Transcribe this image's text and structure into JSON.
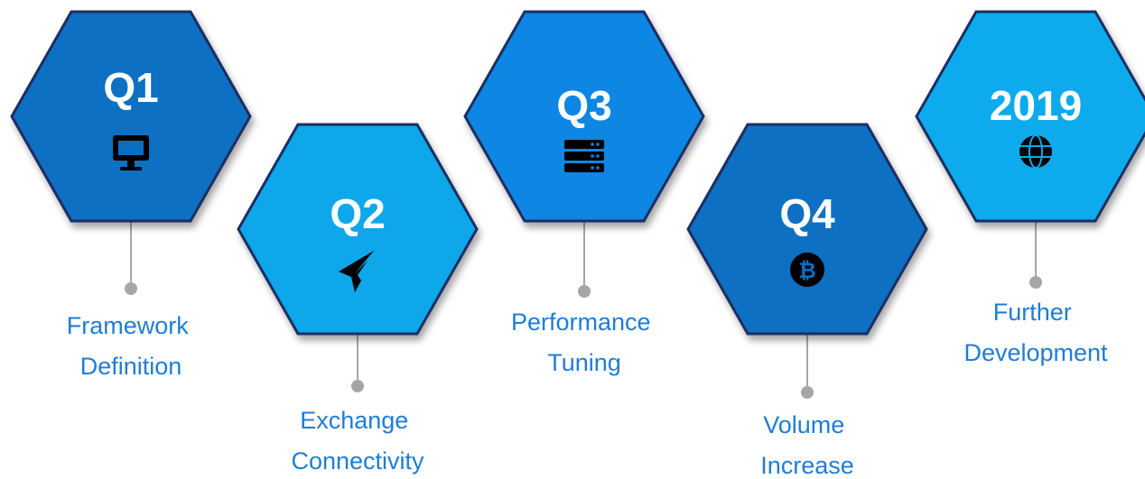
{
  "milestones": [
    {
      "quarter": "Q1",
      "icon": "monitor-icon",
      "color": "#0a6fc2",
      "label": [
        "Framework",
        "Definition"
      ]
    },
    {
      "quarter": "Q2",
      "icon": "paper-plane-icon",
      "color": "#0aa7ea",
      "label": [
        "Exchange",
        "Connectivity"
      ]
    },
    {
      "quarter": "Q3",
      "icon": "server-icon",
      "color": "#0886e4",
      "label": [
        "Performance",
        "Tuning"
      ]
    },
    {
      "quarter": "Q4",
      "icon": "bitcoin-icon",
      "color": "#0a6fc2",
      "label": [
        "Volume",
        "Increase"
      ]
    },
    {
      "quarter": "2019",
      "icon": "globe-icon",
      "color": "#0aabed",
      "label": [
        "Further",
        "Development"
      ]
    }
  ],
  "colors": {
    "hex_border": "#1b2f63",
    "connector": "#a6a6a6",
    "label_text": "#1f7dd6",
    "icon": "#000000"
  }
}
